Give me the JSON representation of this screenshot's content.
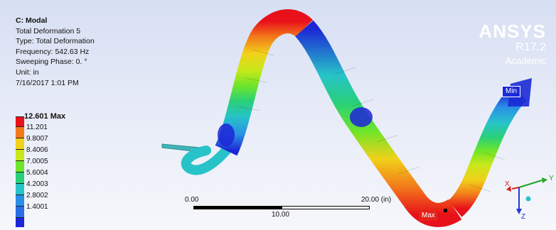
{
  "info": {
    "title": "C: Modal",
    "result_name": "Total Deformation 5",
    "type": "Type: Total Deformation",
    "frequency": "Frequency: 542.63 Hz",
    "sweeping_phase": "Sweeping Phase: 0. °",
    "unit": "Unit: in",
    "timestamp": "7/16/2017 1:01 PM"
  },
  "legend": {
    "max_label": "12.601 Max",
    "values": [
      "11.201",
      "9.8007",
      "8.4006",
      "7.0005",
      "5.6004",
      "4.2003",
      "2.8002",
      "1.4001"
    ],
    "colors": [
      "#e8101a",
      "#f2791a",
      "#f1d11a",
      "#c8e81a",
      "#6ee52a",
      "#28d07a",
      "#27c3c8",
      "#2a8ee6",
      "#1c26d6"
    ]
  },
  "logo": {
    "brand": "ANSYS",
    "version": "R17.2",
    "edition": "Academic"
  },
  "scale_bar": {
    "start": "0.00",
    "middle": "10.00",
    "end": "20.00 (in)"
  },
  "probes": {
    "min": "Min",
    "max": "Max"
  },
  "triad": {
    "x": "X",
    "y": "Y",
    "z": "Z"
  },
  "colors": {
    "background_top": "#d7dff3",
    "background_bottom": "#f6f7fb",
    "min_probe": "#1b2ad6",
    "max_probe": "#e2231a"
  }
}
